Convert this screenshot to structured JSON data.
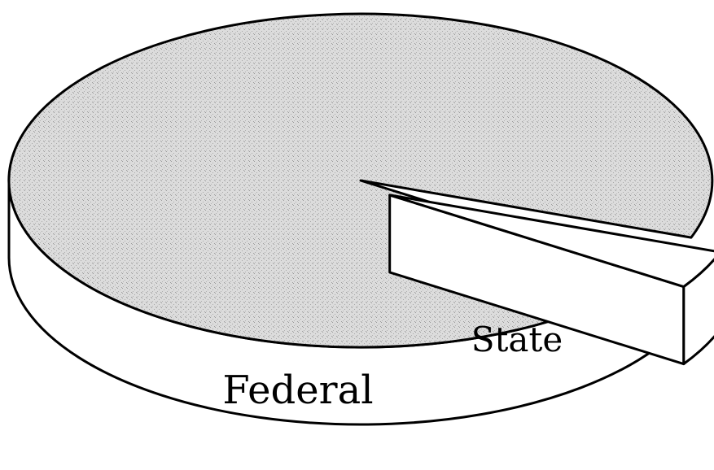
{
  "chart_data": {
    "type": "pie",
    "style": "3d-exploded",
    "slices": [
      {
        "label": "Federal",
        "value": 96.3,
        "color": "#d9d9d9"
      },
      {
        "label": "State",
        "value": 3.7,
        "color": "#ffffff",
        "exploded": true
      }
    ],
    "legend": "none",
    "grid": false
  }
}
